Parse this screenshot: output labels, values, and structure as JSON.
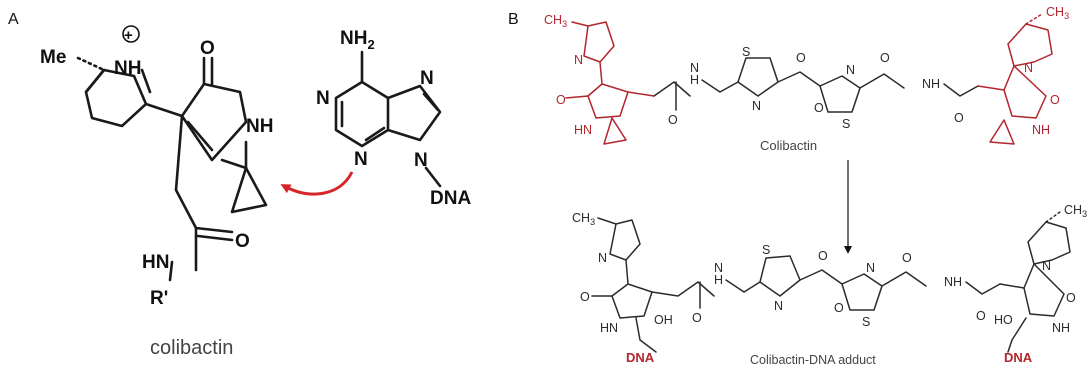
{
  "panels": {
    "a": {
      "label": "A",
      "caption": "colibactin",
      "atoms": {
        "me": "Me",
        "nh_plus": "NH",
        "charge": "+",
        "h_sub": "2",
        "o_lactam": "O",
        "nh_lactam": "NH",
        "o_amide": "O",
        "hn_amide": "HN",
        "r_prime": "R'",
        "nh2": "NH",
        "n1": "N",
        "n3": "N",
        "n7": "N",
        "n9": "N",
        "dna": "DNA"
      }
    },
    "b": {
      "label": "B",
      "top_caption": "Colibactin",
      "bottom_caption": "Colibactin-DNA adduct",
      "atoms": {
        "ch3": "CH",
        "ch3_sub": "3",
        "n": "N",
        "o": "O",
        "hn": "HN",
        "nh": "NH",
        "h": "H",
        "s": "S",
        "oh": "OH",
        "ho": "HO",
        "dna": "DNA"
      }
    }
  },
  "colors": {
    "ink": "#1a1a1a",
    "colibactin_red": "#b3262d",
    "arrow_red": "#d6262a",
    "caption_gray": "#444444"
  }
}
